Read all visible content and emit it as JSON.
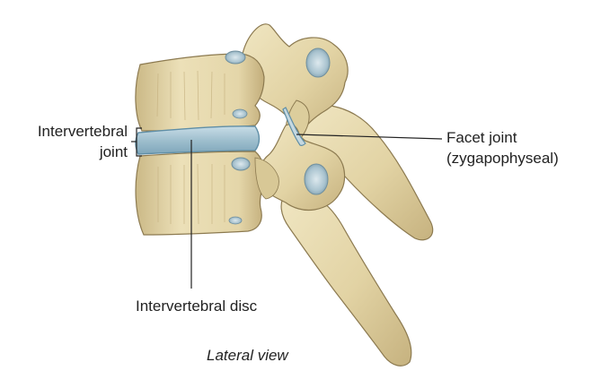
{
  "labels": {
    "intervertebral_joint_line1": "Intervertebral",
    "intervertebral_joint_line2": "joint",
    "facet_joint_line1": "Facet joint",
    "facet_joint_line2": "(zygapophyseal)",
    "intervertebral_disc": "Intervertebral disc"
  },
  "caption": "Lateral view",
  "colors": {
    "bone": "#e6d9ad",
    "bone_shadow": "#b8a577",
    "bone_outline": "#7d6c45",
    "disc": "#a9c6d3",
    "disc_edge": "#5f8ea6",
    "cartilage": "#c5d8e0",
    "leader_line": "#222222"
  }
}
